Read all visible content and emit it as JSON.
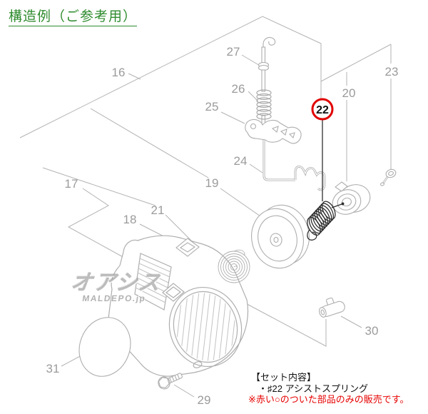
{
  "title": "構造例（ご参考用）",
  "watermark": {
    "brand": "オアシス",
    "domain": "MALDEPO.jp"
  },
  "set_info": {
    "heading": "【セット内容】",
    "item": "・♯22 アシストスプリング",
    "note": "※赤い○のついた部品のみの販売です。"
  },
  "highlight": {
    "label": "22",
    "circle_color": "#e10000"
  },
  "parts": {
    "p16": "16",
    "p17": "17",
    "p18": "18",
    "p19": "19",
    "p20": "20",
    "p21": "21",
    "p23": "23",
    "p24": "24",
    "p25": "25",
    "p26": "26",
    "p27": "27",
    "p29": "29",
    "p30": "30",
    "p31": "31"
  },
  "colors": {
    "title_green": "#2e8b2e",
    "highlight_red": "#e10000",
    "note_red": "#e60000",
    "line_gray": "#aeaeae",
    "label_gray": "#9b9b9b",
    "spring_black": "#2f2f2f"
  }
}
